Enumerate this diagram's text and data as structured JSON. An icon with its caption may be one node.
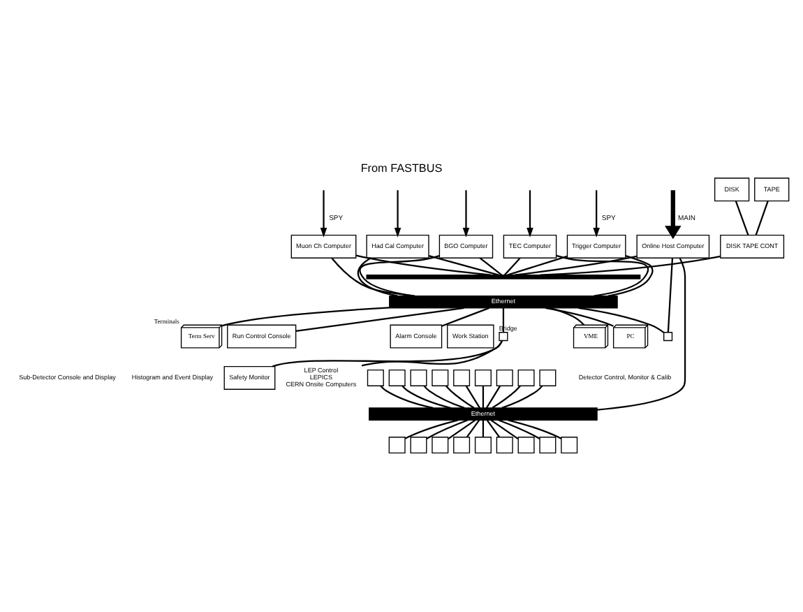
{
  "diagram": {
    "title": "From FASTBUS",
    "nodes": [
      {
        "text": [
          "Muon Ch Computer"
        ]
      },
      {
        "text": [
          "Had Cal Computer"
        ]
      },
      {
        "text": [
          "BGO Computer"
        ]
      },
      {
        "text": [
          "TEC Computer"
        ]
      },
      {
        "text": [
          "Trigger Computer"
        ]
      },
      {
        "text": [
          "Online Host Computer"
        ]
      },
      {
        "text": [
          "DISK"
        ]
      },
      {
        "text": [
          "TAPE"
        ]
      },
      {
        "text": [
          "DISK TAPE CONT"
        ]
      },
      {
        "text": [],
        "shape": "bar"
      },
      {
        "text": [
          "Ethernet"
        ]
      },
      {
        "text": [],
        "shape": "box",
        "beside": [
          "Bridge"
        ]
      },
      {
        "text": [],
        "shape": "box"
      },
      {
        "text": [
          "Safety Monitor"
        ]
      },
      {
        "text": [
          "VME"
        ]
      },
      {
        "text": [
          "PC"
        ]
      },
      {
        "text": [
          "Term Serv"
        ],
        "beside": [
          "Terminals"
        ]
      },
      {
        "text": [
          "Run Control Console"
        ]
      },
      {
        "text": [
          "Alarm Console"
        ]
      },
      {
        "text": [
          "Work Station"
        ]
      },
      {
        "text": [
          "LEP Control",
          "LEPICS",
          "CERN Onsite Computers"
        ]
      },
      {
        "text": [
          "Ethernet"
        ]
      },
      {
        "text": [],
        "shape": "box"
      },
      {
        "text": [],
        "shape": "box"
      },
      {
        "text": [],
        "shape": "box"
      },
      {
        "text": [],
        "shape": "box"
      },
      {
        "text": [],
        "shape": "box"
      },
      {
        "text": [],
        "shape": "box"
      },
      {
        "text": [],
        "shape": "box"
      },
      {
        "text": [],
        "shape": "box"
      },
      {
        "text": [],
        "shape": "box"
      },
      {
        "text": [],
        "shape": "box"
      },
      {
        "text": [],
        "shape": "box"
      },
      {
        "text": [],
        "shape": "box"
      },
      {
        "text": [],
        "shape": "box"
      },
      {
        "text": [],
        "shape": "box"
      },
      {
        "text": [],
        "shape": "box"
      },
      {
        "text": [],
        "shape": "box"
      },
      {
        "text": [],
        "shape": "box"
      },
      {
        "text": [],
        "shape": "box"
      }
    ],
    "edges": [
      {
        "from": null,
        "to": 0,
        "arrow": "to",
        "label": "SPY"
      },
      {
        "from": null,
        "to": 1,
        "arrow": "to"
      },
      {
        "from": null,
        "to": 2,
        "arrow": "to"
      },
      {
        "from": null,
        "to": 3,
        "arrow": "to"
      },
      {
        "from": null,
        "to": 4,
        "arrow": "to",
        "label": "SPY"
      },
      {
        "from": null,
        "to": 5,
        "arrow": "to",
        "label": "MAIN",
        "style": "thick"
      },
      {
        "from": 6,
        "to": 8,
        "arrow": "none"
      },
      {
        "from": 7,
        "to": 8,
        "arrow": "none"
      },
      {
        "from": 0,
        "to": 9,
        "arrow": "none"
      },
      {
        "from": 1,
        "to": 9,
        "arrow": "none"
      },
      {
        "from": 2,
        "to": 9,
        "arrow": "none"
      },
      {
        "from": 3,
        "to": 9,
        "arrow": "none"
      },
      {
        "from": 4,
        "to": 9,
        "arrow": "none"
      },
      {
        "from": 5,
        "to": 9,
        "arrow": "none"
      },
      {
        "from": 8,
        "to": 9,
        "arrow": "none"
      },
      {
        "from": 0,
        "to": 10,
        "arrow": "none"
      },
      {
        "from": 1,
        "to": 10,
        "arrow": "none"
      },
      {
        "from": 2,
        "to": 10,
        "arrow": "none"
      },
      {
        "from": 3,
        "to": 10,
        "arrow": "none"
      },
      {
        "from": 4,
        "to": 10,
        "arrow": "none"
      },
      {
        "from": 10,
        "to": 11,
        "arrow": "none"
      },
      {
        "from": 10,
        "to": 12,
        "arrow": "none"
      },
      {
        "from": 5,
        "to": 12,
        "arrow": "none"
      },
      {
        "from": 11,
        "to": 13,
        "arrow": "none"
      },
      {
        "from": 11,
        "to": 20,
        "arrow": "none"
      },
      {
        "from": 10,
        "to": 14,
        "arrow": "none"
      },
      {
        "from": 10,
        "to": 15,
        "arrow": "none"
      },
      {
        "from": 10,
        "to": 16,
        "arrow": "none"
      },
      {
        "from": 10,
        "to": 17,
        "arrow": "none"
      },
      {
        "from": 10,
        "to": 18,
        "arrow": "none"
      },
      {
        "from": 5,
        "to": 21,
        "arrow": "none"
      },
      {
        "from": 22,
        "to": 21,
        "arrow": "none"
      },
      {
        "from": 23,
        "to": 21,
        "arrow": "none"
      },
      {
        "from": 24,
        "to": 21,
        "arrow": "none"
      },
      {
        "from": 25,
        "to": 21,
        "arrow": "none"
      },
      {
        "from": 26,
        "to": 21,
        "arrow": "none"
      },
      {
        "from": 21,
        "to": 27,
        "arrow": "none"
      },
      {
        "from": 21,
        "to": 28,
        "arrow": "none"
      },
      {
        "from": 21,
        "to": 29,
        "arrow": "none"
      },
      {
        "from": 21,
        "to": 30,
        "arrow": "none"
      },
      {
        "from": 21,
        "to": 31,
        "arrow": "none"
      },
      {
        "from": 32,
        "to": 21,
        "arrow": "none"
      },
      {
        "from": 33,
        "to": 21,
        "arrow": "none"
      },
      {
        "from": 34,
        "to": 21,
        "arrow": "none"
      },
      {
        "from": 35,
        "to": 21,
        "arrow": "none"
      },
      {
        "from": 21,
        "to": 36,
        "arrow": "none"
      },
      {
        "from": 21,
        "to": 37,
        "arrow": "none"
      },
      {
        "from": 21,
        "to": 38,
        "arrow": "none"
      },
      {
        "from": 21,
        "to": 39,
        "arrow": "none"
      }
    ],
    "labels": [
      "Detector Control, Monitor & Calib",
      "Sub-Detector Console and Display",
      "Histogram and Event Display"
    ]
  }
}
